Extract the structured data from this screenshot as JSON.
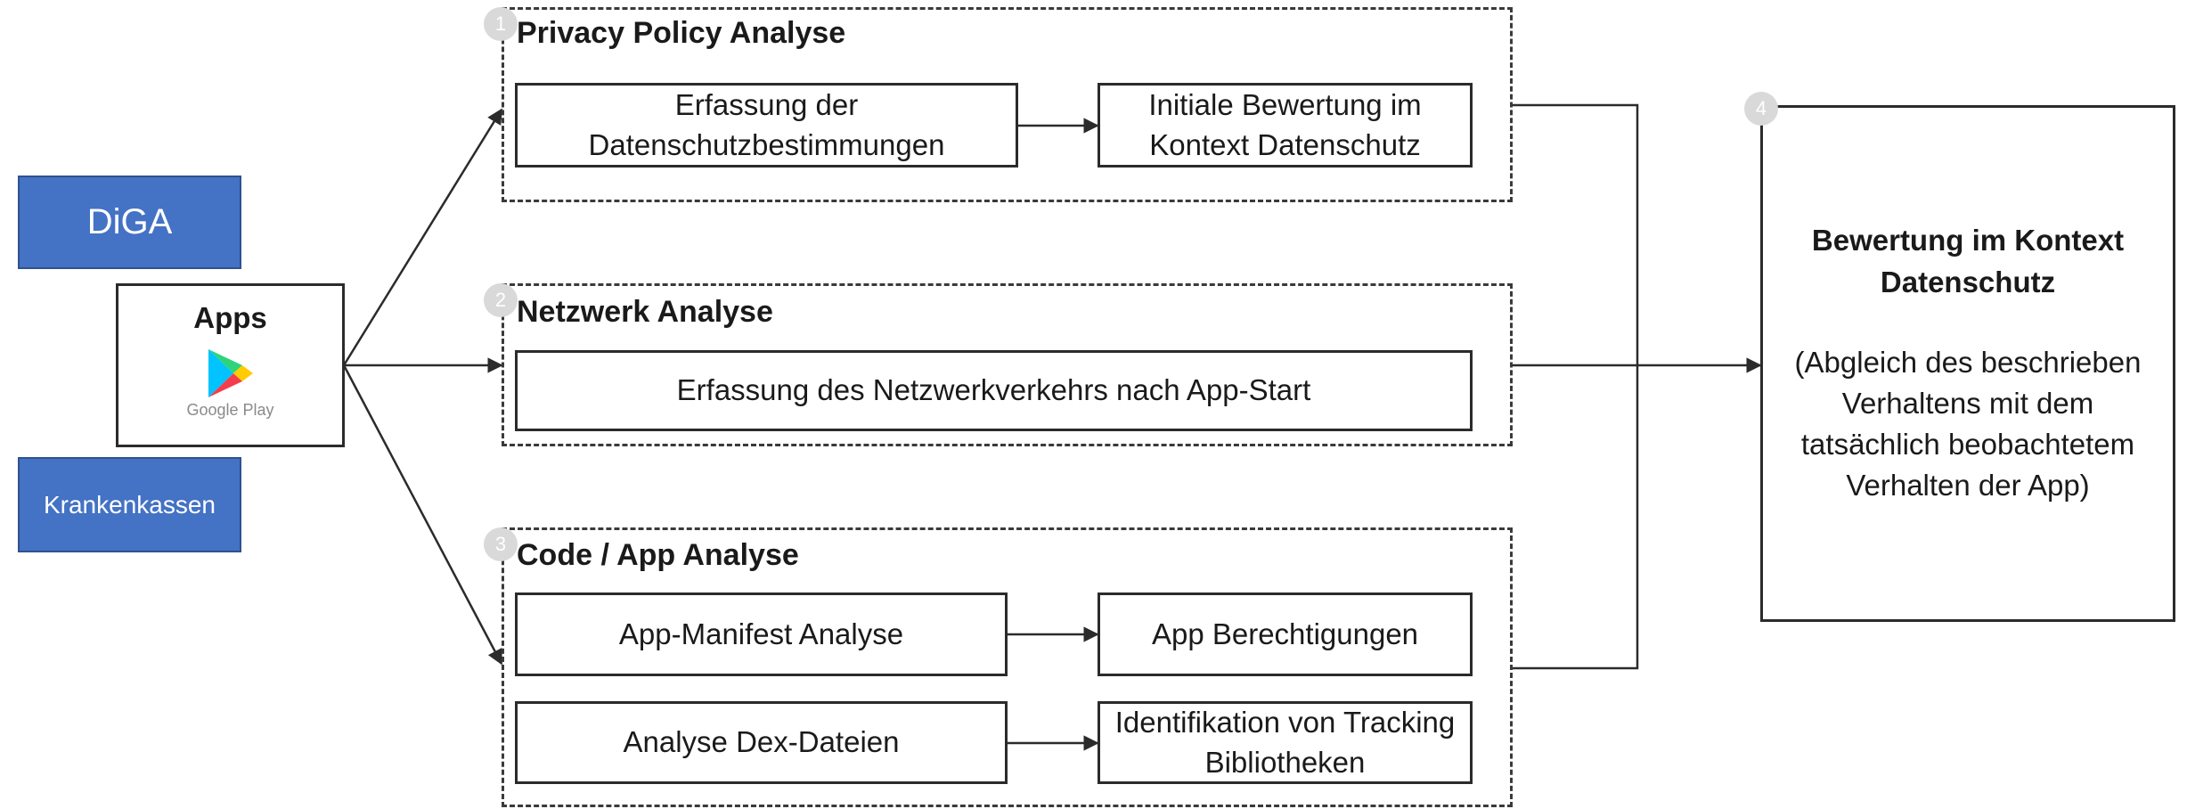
{
  "sources": {
    "diga": "DiGA",
    "krankenkassen": "Krankenkassen",
    "apps_title": "Apps",
    "store_label": "Google Play"
  },
  "groups": [
    {
      "number": "1",
      "title": "Privacy Policy Analyse",
      "boxes": [
        "Erfassung der Datenschutzbestimmungen",
        "Initiale Bewertung im Kontext Datenschutz"
      ]
    },
    {
      "number": "2",
      "title": "Netzwerk Analyse",
      "boxes": [
        "Erfassung des Netzwerkverkehrs nach App-Start"
      ]
    },
    {
      "number": "3",
      "title": "Code / App Analyse",
      "boxes": [
        "App-Manifest Analyse",
        "App Berechtigungen",
        "Analyse Dex-Dateien",
        "Identifikation von Tracking Bibliotheken"
      ]
    }
  ],
  "result": {
    "number": "4",
    "title": "Bewertung im Kontext Datenschutz",
    "description": "(Abgleich des beschrieben Verhaltens mit dem tatsächlich beobachtetem Verhalten der App)"
  },
  "colors": {
    "source_fill": "#4472c4",
    "source_border": "#2f528f",
    "badge": "#d9d9d9"
  }
}
